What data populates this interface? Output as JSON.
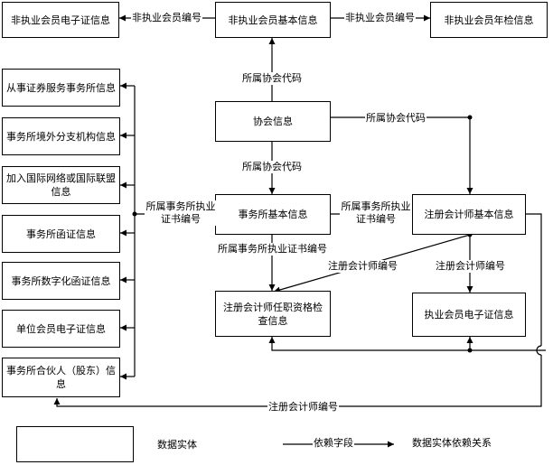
{
  "entities": {
    "nm_cert": "非执业会员电子证信息",
    "nm_basic": "非执业会员基本信息",
    "nm_annual": "非执业会员年检信息",
    "securities": "从事证券服务事务所信息",
    "overseas": "事务所境外分支机构信息",
    "intl": "加入国际网络或国际联盟信息",
    "letter": "事务所函证信息",
    "digital_letter": "事务所数字化函证信息",
    "unit_cert": "单位会员电子证信息",
    "partner": "事务所合伙人（股东）信息",
    "association": "协会信息",
    "firm_basic": "事务所基本信息",
    "cpa_basic": "注册会计师基本信息",
    "qualification": "注册会计师任职资格检查信息",
    "member_cert": "执业会员电子证信息"
  },
  "labels": {
    "nm_id_left": "非执业会员编号",
    "nm_id_right": "非执业会员编号",
    "assoc_code_top": "所属协会代码",
    "assoc_code_right": "所属协会代码",
    "assoc_code_mid": "所属协会代码",
    "firm_cert_left": "所属事务所执业证书编号",
    "firm_cert_right": "所属事务所执业证书编号",
    "firm_cert_below": "所属事务所执业证书编号",
    "cpa_id_diag": "注册会计师编号",
    "cpa_id_right": "注册会计师编号",
    "cpa_id_bottom": "注册会计师编号"
  },
  "legend": {
    "entity": "数据实体",
    "field": "依赖字段",
    "relation": "数据实体依赖关系"
  }
}
